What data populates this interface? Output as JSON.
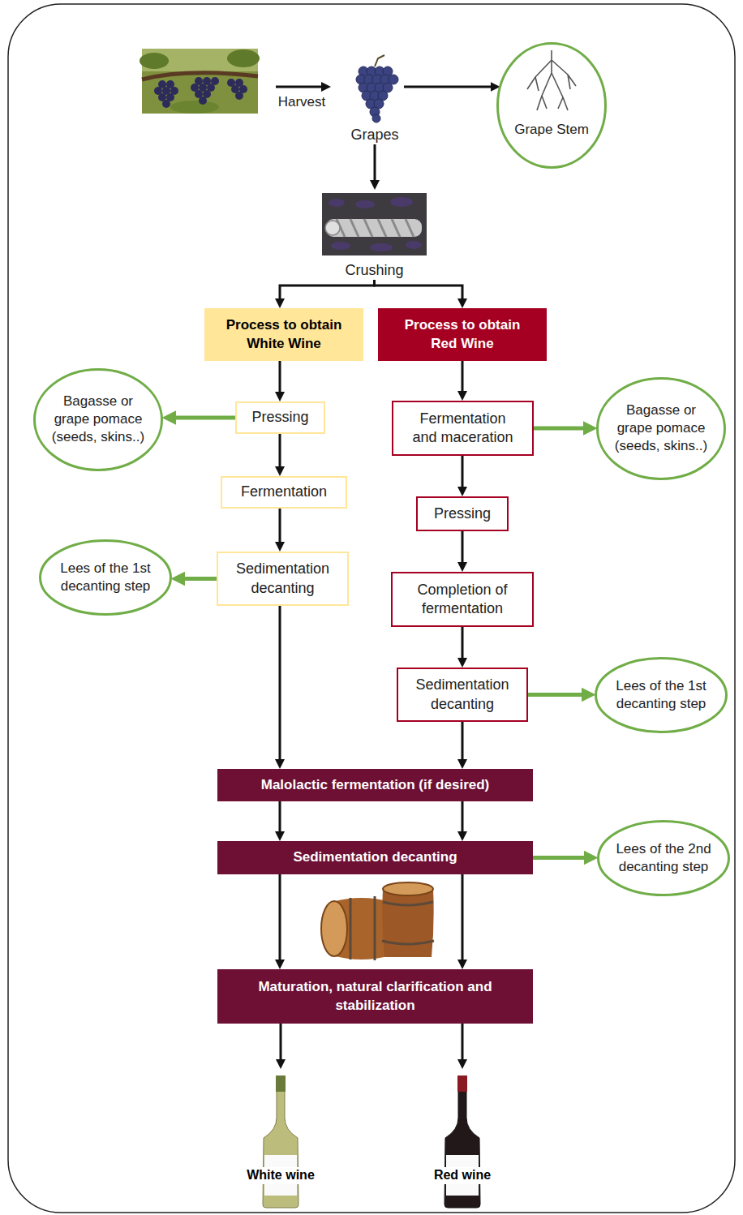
{
  "diagram": {
    "nodes": [
      {
        "text": [
          "Grapes"
        ]
      },
      {
        "text": [
          "Grape Stem"
        ]
      },
      {
        "text": [
          "Crushing"
        ]
      },
      {
        "text": [
          "Process to obtain White Wine"
        ]
      },
      {
        "text": [
          "Process to obtain Red Wine"
        ]
      },
      {
        "text": [
          "Bagasse or grape pomace (seeds, skins..)"
        ]
      },
      {
        "text": [
          "Pressing"
        ]
      },
      {
        "text": [
          "Fermentation and maceration"
        ]
      },
      {
        "text": [
          "Bagasse or grape pomace (seeds, skins..)"
        ]
      },
      {
        "text": [
          "Fermentation"
        ]
      },
      {
        "text": [
          "Pressing"
        ]
      },
      {
        "text": [
          "Lees of the 1st decanting step"
        ]
      },
      {
        "text": [
          "Sedimentation decanting"
        ]
      },
      {
        "text": [
          "Completion of fermentation"
        ]
      },
      {
        "text": [
          "Sedimentation decanting"
        ]
      },
      {
        "text": [
          "Lees of the 1st decanting step"
        ]
      },
      {
        "text": [
          "Malolactic fermentation (if desired)"
        ]
      },
      {
        "text": [
          "Sedimentation decanting"
        ]
      },
      {
        "text": [
          "Lees of the 2nd decanting step"
        ]
      },
      {
        "text": [
          "Maturation, natural clarification and stabilization"
        ]
      },
      {
        "text": [
          "White wine"
        ]
      },
      {
        "text": [
          "Red wine"
        ]
      }
    ],
    "edges": [
      {
        "from": 0,
        "to": 1,
        "arrow": "to"
      },
      {
        "from": 0,
        "to": 2,
        "arrow": "to"
      },
      {
        "from": 2,
        "to": 3,
        "arrow": "to"
      },
      {
        "from": 2,
        "to": 4,
        "arrow": "to"
      },
      {
        "from": 3,
        "to": 6,
        "arrow": "to"
      },
      {
        "from": 6,
        "to": 5,
        "arrow": "to"
      },
      {
        "from": 6,
        "to": 9,
        "arrow": "to"
      },
      {
        "from": 9,
        "to": 12,
        "arrow": "to"
      },
      {
        "from": 12,
        "to": 11,
        "arrow": "to"
      },
      {
        "from": 4,
        "to": 7,
        "arrow": "to"
      },
      {
        "from": 7,
        "to": 8,
        "arrow": "to"
      },
      {
        "from": 7,
        "to": 10,
        "arrow": "to"
      },
      {
        "from": 10,
        "to": 13,
        "arrow": "to"
      },
      {
        "from": 13,
        "to": 14,
        "arrow": "to"
      },
      {
        "from": 14,
        "to": 15,
        "arrow": "to"
      },
      {
        "from": 12,
        "to": 16,
        "arrow": "to"
      },
      {
        "from": 14,
        "to": 16,
        "arrow": "to"
      },
      {
        "from": 16,
        "to": 17,
        "arrow": "to"
      },
      {
        "from": 16,
        "to": 17,
        "arrow": "to"
      },
      {
        "from": 17,
        "to": 18,
        "arrow": "to"
      },
      {
        "from": 17,
        "to": 19,
        "arrow": "to"
      },
      {
        "from": 17,
        "to": 19,
        "arrow": "to"
      },
      {
        "from": 19,
        "to": 20,
        "arrow": "to"
      },
      {
        "from": 19,
        "to": 21,
        "arrow": "to"
      }
    ],
    "labels": [
      "Harvest"
    ]
  }
}
